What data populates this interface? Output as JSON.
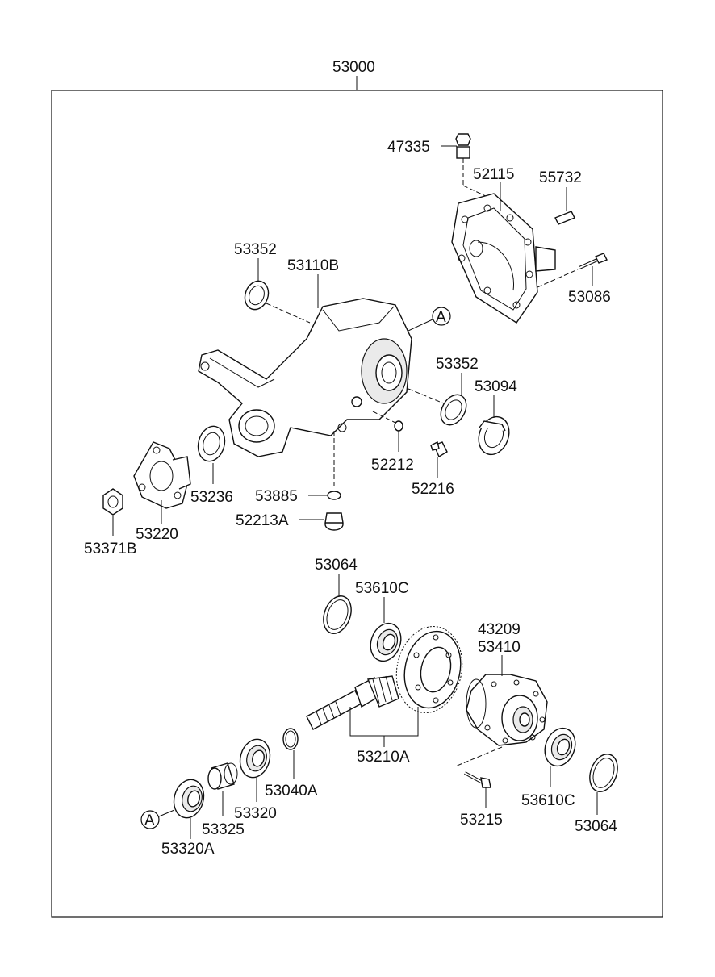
{
  "assembly_label": "53000",
  "ref_marker": "A",
  "parts": {
    "p47335": "47335",
    "p52115": "52115",
    "p55732": "55732",
    "p53086": "53086",
    "p53352_top": "53352",
    "p53110B": "53110B",
    "p53352_right": "53352",
    "p53094": "53094",
    "p52212": "52212",
    "p52216": "52216",
    "p53236": "53236",
    "p53885": "53885",
    "p52213A": "52213A",
    "p53220": "53220",
    "p53371B": "53371B",
    "p53064_top": "53064",
    "p53610C_top": "53610C",
    "p43209": "43209",
    "p53410": "53410",
    "p53210A": "53210A",
    "p53040A": "53040A",
    "p53320": "53320",
    "p53325": "53325",
    "p53320A": "53320A",
    "p53215": "53215",
    "p53610C_bottom": "53610C",
    "p53064_bottom": "53064"
  }
}
